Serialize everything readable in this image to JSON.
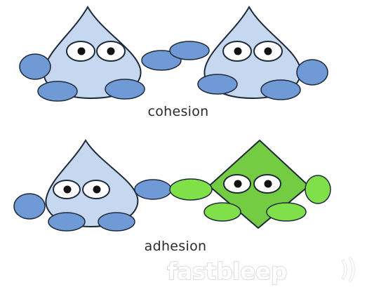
{
  "captions": {
    "top": "cohesion",
    "bottom": "adhesion"
  },
  "watermark": {
    "text": "fastbleep"
  },
  "colors": {
    "water_body": "#c6d8f0",
    "water_limb": "#6f9ad6",
    "other_body": "#74cc42",
    "other_limb": "#7fe04a",
    "outline": "#1e2a3a"
  },
  "molecules": [
    {
      "pair": "top",
      "shape": "water-drop",
      "role": "left"
    },
    {
      "pair": "top",
      "shape": "water-drop",
      "role": "right"
    },
    {
      "pair": "bottom",
      "shape": "water-drop",
      "role": "left"
    },
    {
      "pair": "bottom",
      "shape": "green-kite",
      "role": "right"
    }
  ]
}
